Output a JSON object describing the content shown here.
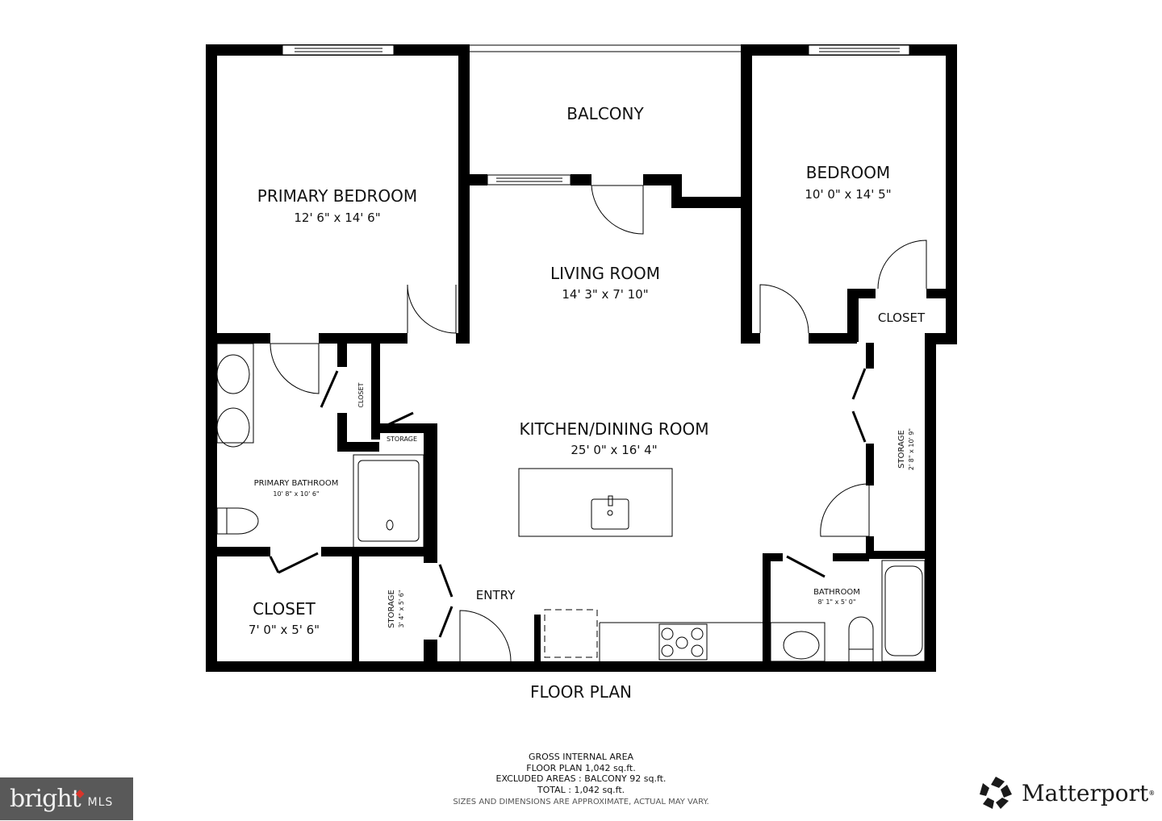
{
  "title": "FLOOR PLAN",
  "rooms": {
    "primary_bedroom": {
      "name": "PRIMARY BEDROOM",
      "dims": "12' 6\" x 14' 6\""
    },
    "balcony": {
      "name": "BALCONY"
    },
    "bedroom": {
      "name": "BEDROOM",
      "dims": "10' 0\" x 14' 5\""
    },
    "bedroom_closet": {
      "name": "CLOSET"
    },
    "living_room": {
      "name": "LIVING ROOM",
      "dims": "14' 3\" x 7' 10\""
    },
    "kitchen_dining": {
      "name": "KITCHEN/DINING ROOM",
      "dims": "25' 0\" x 16' 4\""
    },
    "primary_bathroom": {
      "name": "PRIMARY BATHROOM",
      "dims": "10' 8\" x 10' 6\""
    },
    "primary_closet_small": {
      "name": "CLOSET"
    },
    "small_storage": {
      "name": "STORAGE"
    },
    "closet": {
      "name": "CLOSET",
      "dims": "7' 0\" x 5' 6\""
    },
    "storage_left": {
      "name": "STORAGE",
      "dims": "3' 4\" x 5' 6\""
    },
    "entry": {
      "name": "ENTRY"
    },
    "storage_right": {
      "name": "STORAGE",
      "dims": "2' 8\" x 10' 9\""
    },
    "bathroom": {
      "name": "BATHROOM",
      "dims": "8' 1\" x 5' 0\""
    }
  },
  "area_summary": {
    "line1": "GROSS INTERNAL AREA",
    "line2": "FLOOR PLAN 1,042 sq.ft.",
    "line3": "EXCLUDED AREAS :  BALCONY 92 sq.ft.",
    "line4": "TOTAL :  1,042 sq.ft.",
    "disclaimer": "SIZES AND DIMENSIONS ARE APPROXIMATE, ACTUAL MAY VARY."
  },
  "logos": {
    "bright_word": "bright",
    "bright_suffix": "MLS",
    "matterport_word": "Matterport",
    "matterport_reg": "®"
  },
  "colors": {
    "wall": "#000000",
    "background": "#ffffff",
    "bright_bg": "#595959",
    "bright_accent": "#d9352b"
  }
}
